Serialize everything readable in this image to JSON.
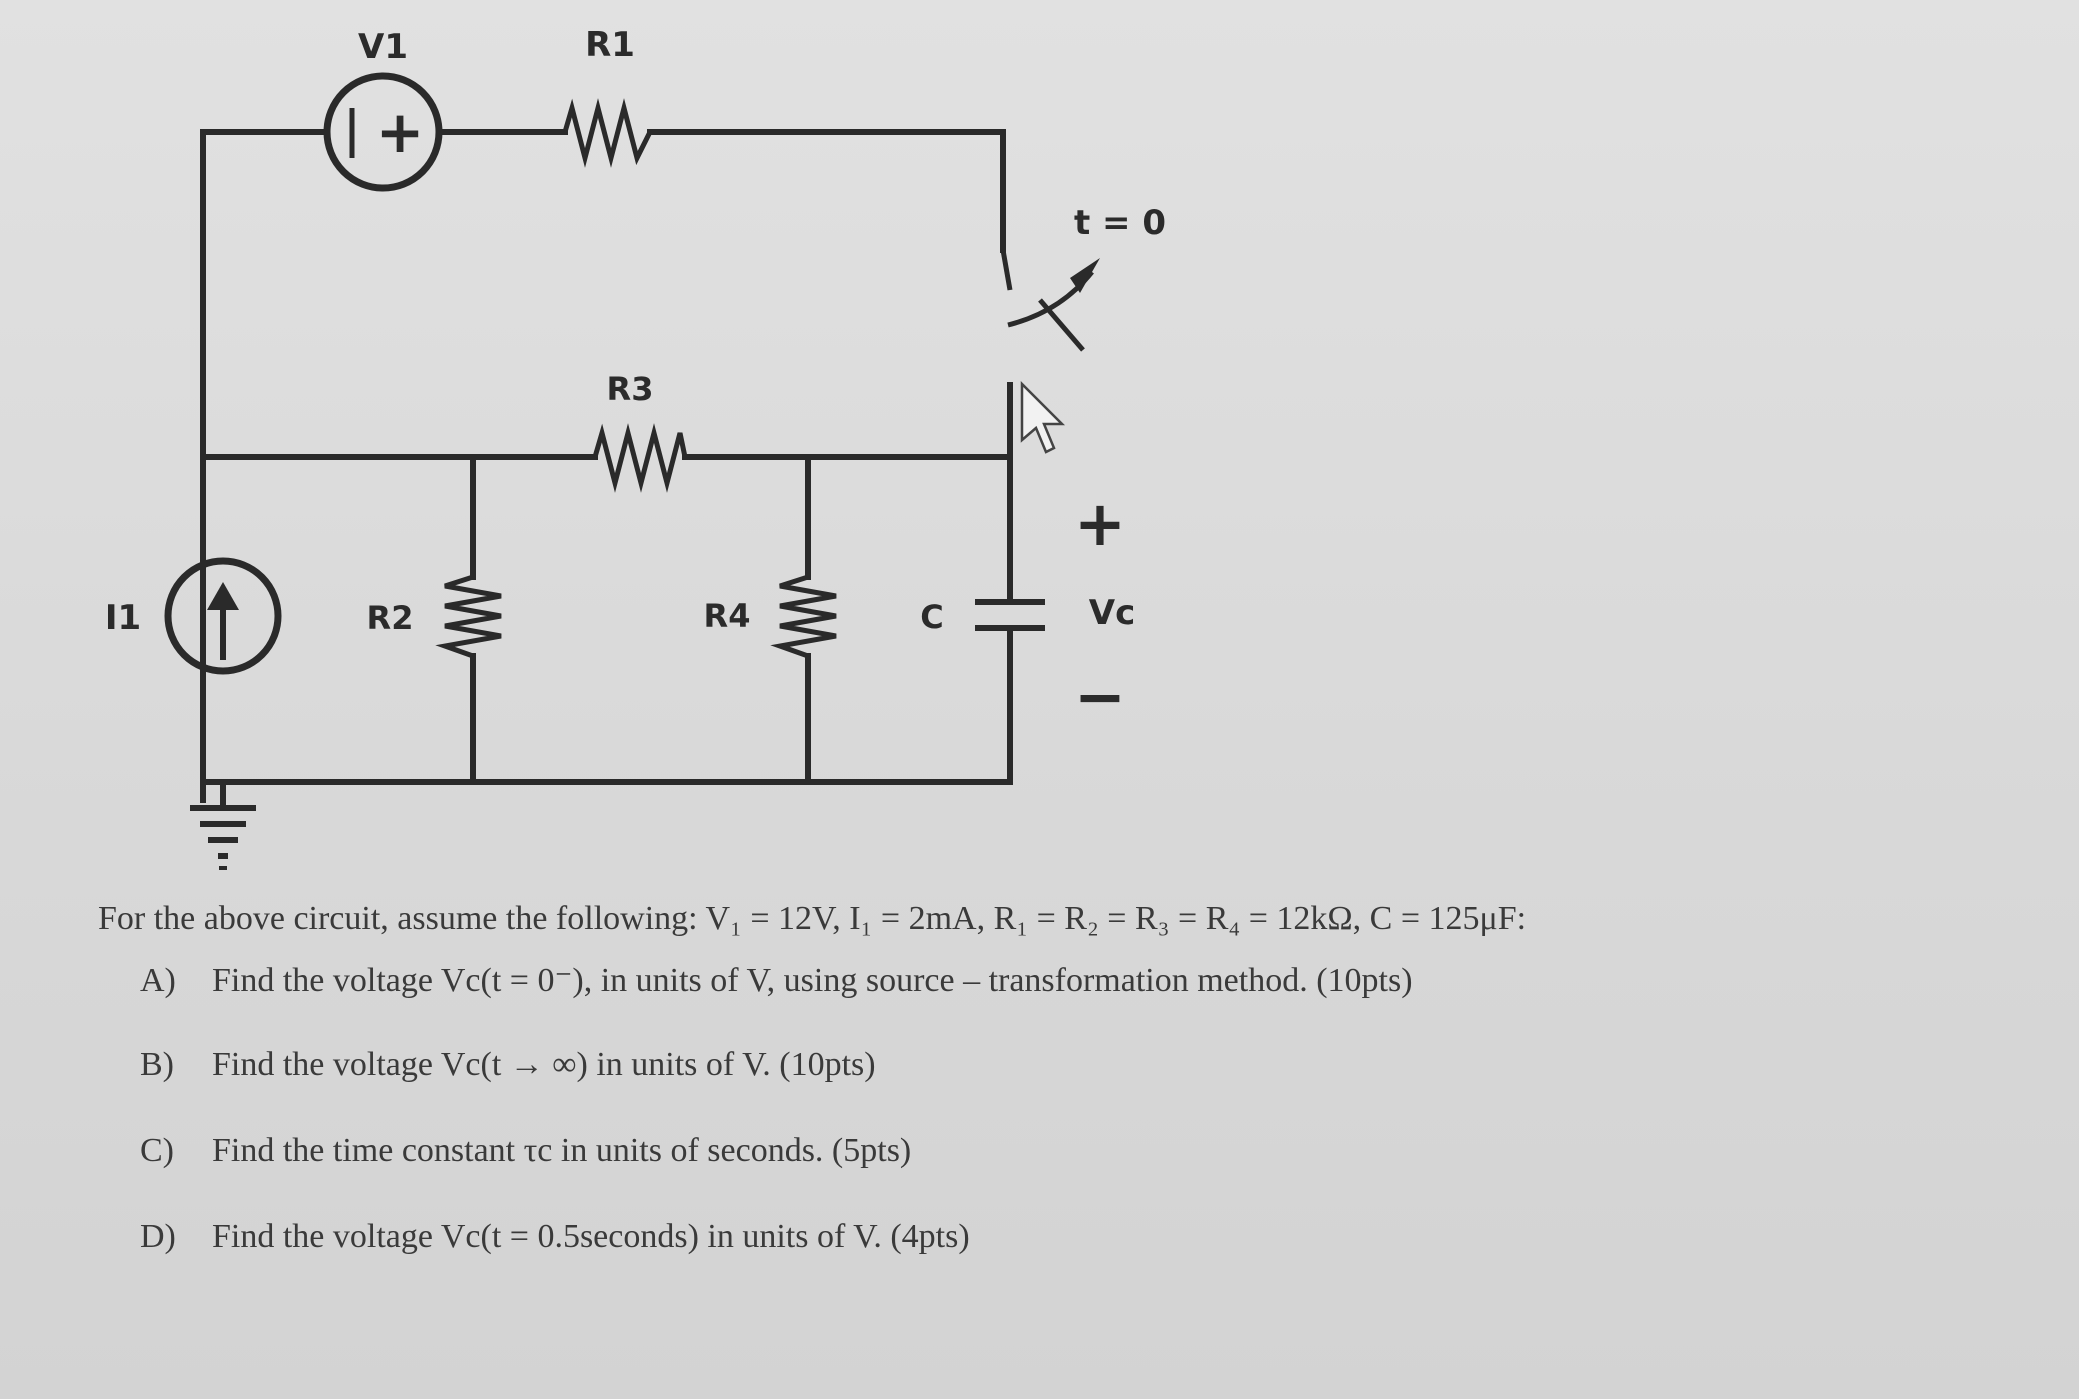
{
  "circuit": {
    "labels": {
      "v1": "V1",
      "r1": "R1",
      "r2": "R2",
      "r3": "R3",
      "r4": "R4",
      "c": "C",
      "i1": "I1",
      "switch_time": "t = 0",
      "vc": "Vc",
      "vc_plus": "+",
      "vc_minus": "−",
      "v1_symbol": "+"
    }
  },
  "problem": {
    "intro": "For the above circuit, assume the following: V₁ = 12V, I₁ = 2mA, R₁ = R₂ = R₃ = R₄ = 12kΩ, C = 125μF:",
    "items": [
      {
        "letter": "A)",
        "text": "Find the voltage Vc(t = 0⁻), in units of V, using source – transformation method. (10pts)"
      },
      {
        "letter": "B)",
        "text": "Find the voltage Vc(t → ∞) in units of V. (10pts)"
      },
      {
        "letter": "C)",
        "text": "Find the time constant τc in units of seconds. (5pts)"
      },
      {
        "letter": "D)",
        "text": "Find the voltage Vc(t = 0.5seconds) in units of V. (4pts)"
      }
    ]
  }
}
